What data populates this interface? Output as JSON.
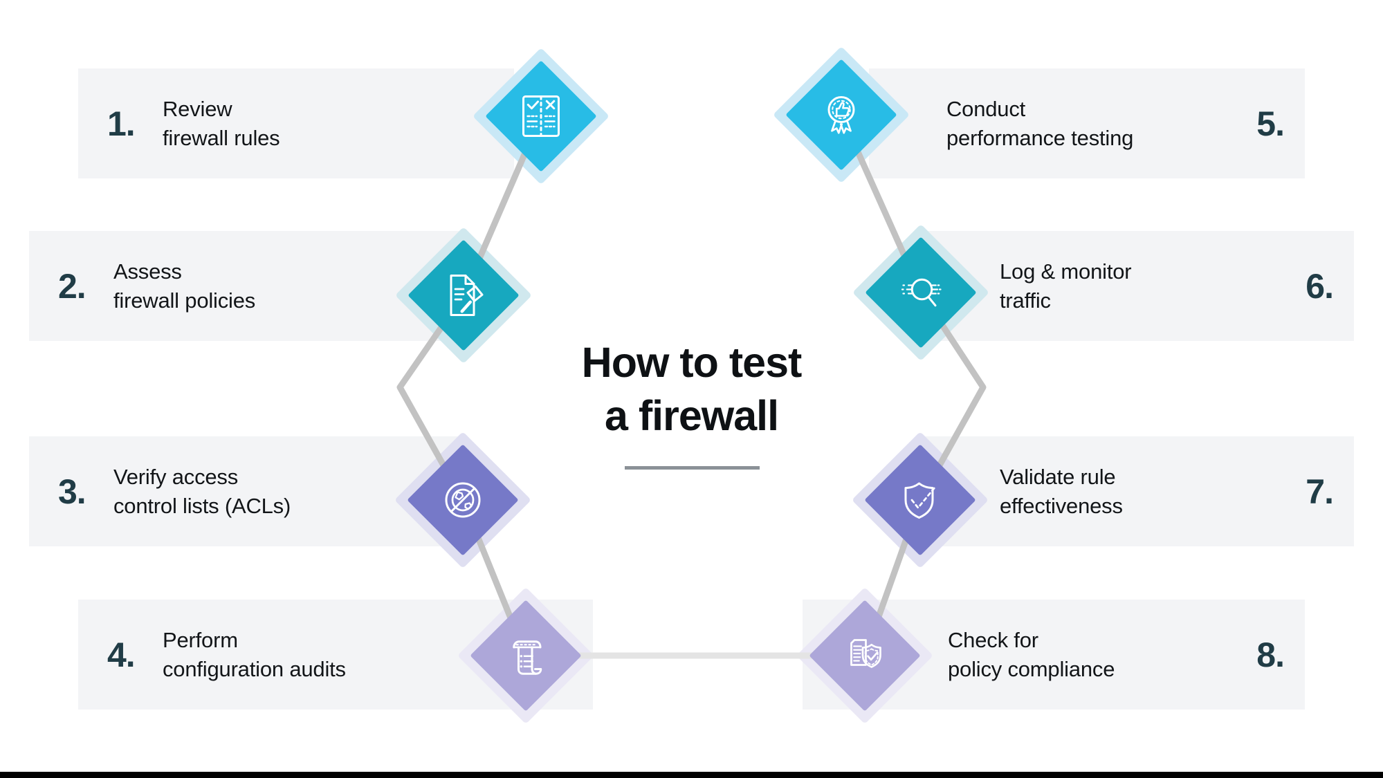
{
  "title": {
    "line1": "How to test",
    "line2": "a firewall"
  },
  "colors": {
    "background": "#ffffff",
    "card_bg": "#f3f4f6",
    "number_text": "#203c46",
    "label_text": "#121518",
    "title_text": "#0e1114",
    "divider": "#8b9197",
    "connector": "#c2c2c2",
    "connector_light": "#e4e4e4",
    "footer_bar": "#000000",
    "icon_stroke": "#ffffff",
    "cyan": "#28bce6",
    "cyan_glow": "#c9e8f6",
    "teal": "#17a8bf",
    "teal_glow": "#d0e8ee",
    "purple": "#7679c8",
    "purple_glow": "#dfdff1",
    "lavender": "#ada7d9",
    "lavender_glow": "#eae8f5"
  },
  "steps": [
    {
      "number": "1.",
      "line1": "Review",
      "line2": "firewall rules",
      "icon": "checklist-icon"
    },
    {
      "number": "2.",
      "line1": "Assess",
      "line2": "firewall policies",
      "icon": "document-gavel-icon"
    },
    {
      "number": "3.",
      "line1": "Verify access",
      "line2": "control lists (ACLs)",
      "icon": "globe-blocked-icon"
    },
    {
      "number": "4.",
      "line1": "Perform",
      "line2": "configuration audits",
      "icon": "scroll-icon"
    },
    {
      "number": "5.",
      "line1": "Conduct",
      "line2": "performance testing",
      "icon": "award-thumbs-up-icon"
    },
    {
      "number": "6.",
      "line1": "Log & monitor",
      "line2": "traffic",
      "icon": "search-traffic-icon"
    },
    {
      "number": "7.",
      "line1": "Validate rule",
      "line2": "effectiveness",
      "icon": "shield-check-icon"
    },
    {
      "number": "8.",
      "line1": "Check for",
      "line2": "policy compliance",
      "icon": "document-shield-icon"
    }
  ]
}
